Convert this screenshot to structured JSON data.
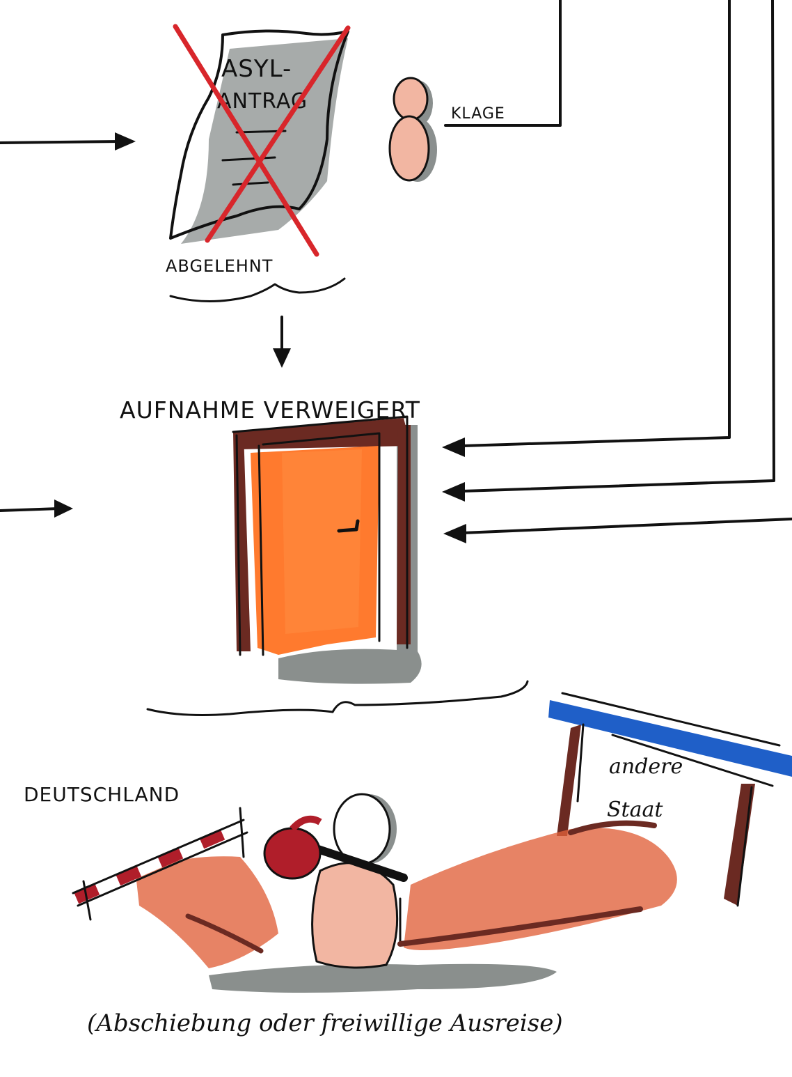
{
  "labels": {
    "asyl_line1": "ASYL-",
    "asyl_line2": "ANTRAG",
    "abgelehnt": "ABGELEHNT",
    "klage": "KLAGE",
    "aufnahme": "AUFNAHME VERWEIGERT",
    "deutschland": "DEUTSCHLAND",
    "anderer_line1": "andere",
    "anderer_line2": "Staat",
    "caption": "(Abschiebung oder freiwillige Ausreise)"
  },
  "colors": {
    "ink": "#111111",
    "cross": "#d8262b",
    "door": "#ff7a2e",
    "door_frame": "#6b2a22",
    "shadow": "#8a8f8e",
    "figure": "#f2b6a2",
    "ground": "#e0603a",
    "barrier_red": "#b01e2a",
    "sign_blue": "#1f5fc8"
  }
}
